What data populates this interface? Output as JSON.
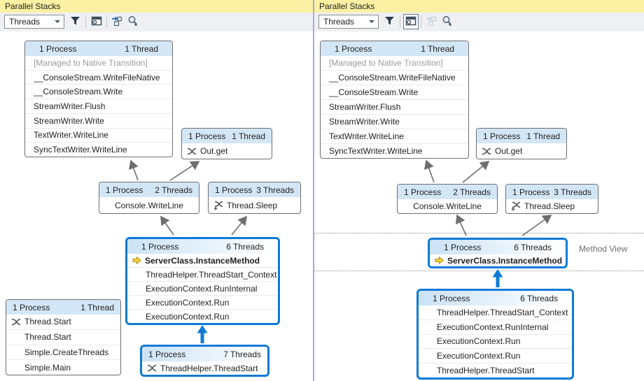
{
  "colors": {
    "highlight_blue": "#0e7ad6",
    "box_header_blue": "#d3e6f6",
    "title_bar_yellow": "#fcf0a2",
    "toolbar_gray": "#eef0f4",
    "arrow_gray": "#6e6e6e",
    "current_frame_yellow": "#fdd341"
  },
  "icons": {
    "combo_caret": "caret-down-icon",
    "filter": "filter-funnel-icon",
    "method_view": "method-view-icon",
    "auto_scroll": "autoscroll-current-frame-icon",
    "zoom_control": "zoom-magnifier-icon",
    "thread": "thread-icon",
    "thread_sleep": "thread-sleep-icon",
    "current_frame": "current-frame-arrow-icon"
  },
  "method_view_label": "Method View",
  "panels": [
    {
      "title": "Parallel Stacks",
      "toolbar": {
        "view_selector": "Threads"
      },
      "boxes": [
        {
          "header_left": "1 Process",
          "header_right": "1 Thread",
          "rows": [
            {
              "text": "[Managed to Native Transition]",
              "muted": true
            },
            {
              "text": "__ConsoleStream.WriteFileNative"
            },
            {
              "text": "__ConsoleStream.Write"
            },
            {
              "text": "StreamWriter.Flush"
            },
            {
              "text": "StreamWriter.Write"
            },
            {
              "text": "TextWriter.WriteLine"
            },
            {
              "text": "SyncTextWriter.WriteLine"
            }
          ]
        },
        {
          "header_left": "1 Process",
          "header_right": "1 Thread",
          "rows": [
            {
              "icon": "thread",
              "text": "Out.get"
            }
          ]
        },
        {
          "header_left": "1 Process",
          "header_right": "2 Threads",
          "rows": [
            {
              "text": "Console.WriteLine",
              "center": true
            }
          ]
        },
        {
          "header_left": "1 Process",
          "header_right": "3 Threads",
          "rows": [
            {
              "icon": "thread_sleep",
              "text": "Thread.Sleep"
            }
          ]
        },
        {
          "header_left": "1 Process",
          "header_right": "6 Threads",
          "highlighted": true,
          "rows": [
            {
              "icon": "current_frame",
              "text": "ServerClass.InstanceMethod",
              "bold": true
            },
            {
              "text": "ThreadHelper.ThreadStart_Context"
            },
            {
              "text": "ExecutionContext.RunInternal"
            },
            {
              "text": "ExecutionContext.Run"
            },
            {
              "text": "ExecutionContext.Run"
            }
          ]
        },
        {
          "header_left": "1 Process",
          "header_right": "1 Thread",
          "rows": [
            {
              "icon": "thread",
              "text": "Thread.Start"
            },
            {
              "text": "Thread.Start"
            },
            {
              "text": "Simple.CreateThreads"
            },
            {
              "text": "Simple.Main"
            }
          ]
        },
        {
          "header_left": "1 Process",
          "header_right": "7 Threads",
          "highlighted": true,
          "rows": [
            {
              "icon": "thread",
              "text": "ThreadHelper.ThreadStart"
            }
          ]
        }
      ]
    },
    {
      "title": "Parallel Stacks",
      "toolbar": {
        "view_selector": "Threads"
      },
      "boxes": [
        {
          "header_left": "1 Process",
          "header_right": "1 Thread",
          "rows": [
            {
              "text": "[Managed to Native Transition]",
              "muted": true
            },
            {
              "text": "__ConsoleStream.WriteFileNative"
            },
            {
              "text": "__ConsoleStream.Write"
            },
            {
              "text": "StreamWriter.Flush"
            },
            {
              "text": "StreamWriter.Write"
            },
            {
              "text": "TextWriter.WriteLine"
            },
            {
              "text": "SyncTextWriter.WriteLine"
            }
          ]
        },
        {
          "header_left": "1 Process",
          "header_right": "1 Thread",
          "rows": [
            {
              "icon": "thread",
              "text": "Out.get"
            }
          ]
        },
        {
          "header_left": "1 Process",
          "header_right": "2 Threads",
          "rows": [
            {
              "text": "Console.WriteLine",
              "center": true
            }
          ]
        },
        {
          "header_left": "1 Process",
          "header_right": "3 Threads",
          "rows": [
            {
              "icon": "thread_sleep",
              "text": "Thread.Sleep"
            }
          ]
        },
        {
          "header_left": "1 Process",
          "header_right": "6 Threads",
          "highlighted": true,
          "rows": [
            {
              "icon": "current_frame",
              "text": "ServerClass.InstanceMethod",
              "bold": true
            }
          ]
        },
        {
          "header_left": "1 Process",
          "header_right": "6 Threads",
          "highlighted": true,
          "rows": [
            {
              "text": "ThreadHelper.ThreadStart_Context"
            },
            {
              "text": "ExecutionContext.RunInternal"
            },
            {
              "text": "ExecutionContext.Run"
            },
            {
              "text": "ExecutionContext.Run"
            },
            {
              "text": "ThreadHelper.ThreadStart"
            }
          ]
        }
      ]
    }
  ]
}
